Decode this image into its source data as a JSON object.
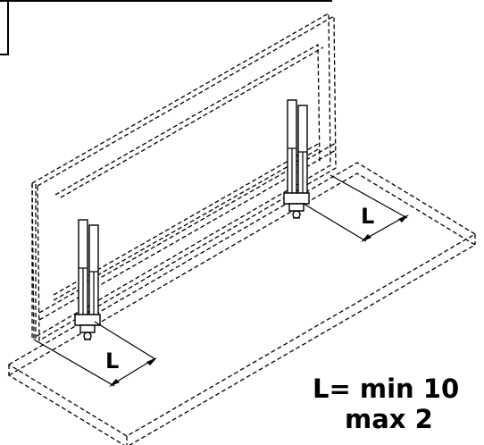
{
  "dimension_label": "L",
  "caption": {
    "line1": "L= min 10",
    "line2": "max 2"
  }
}
